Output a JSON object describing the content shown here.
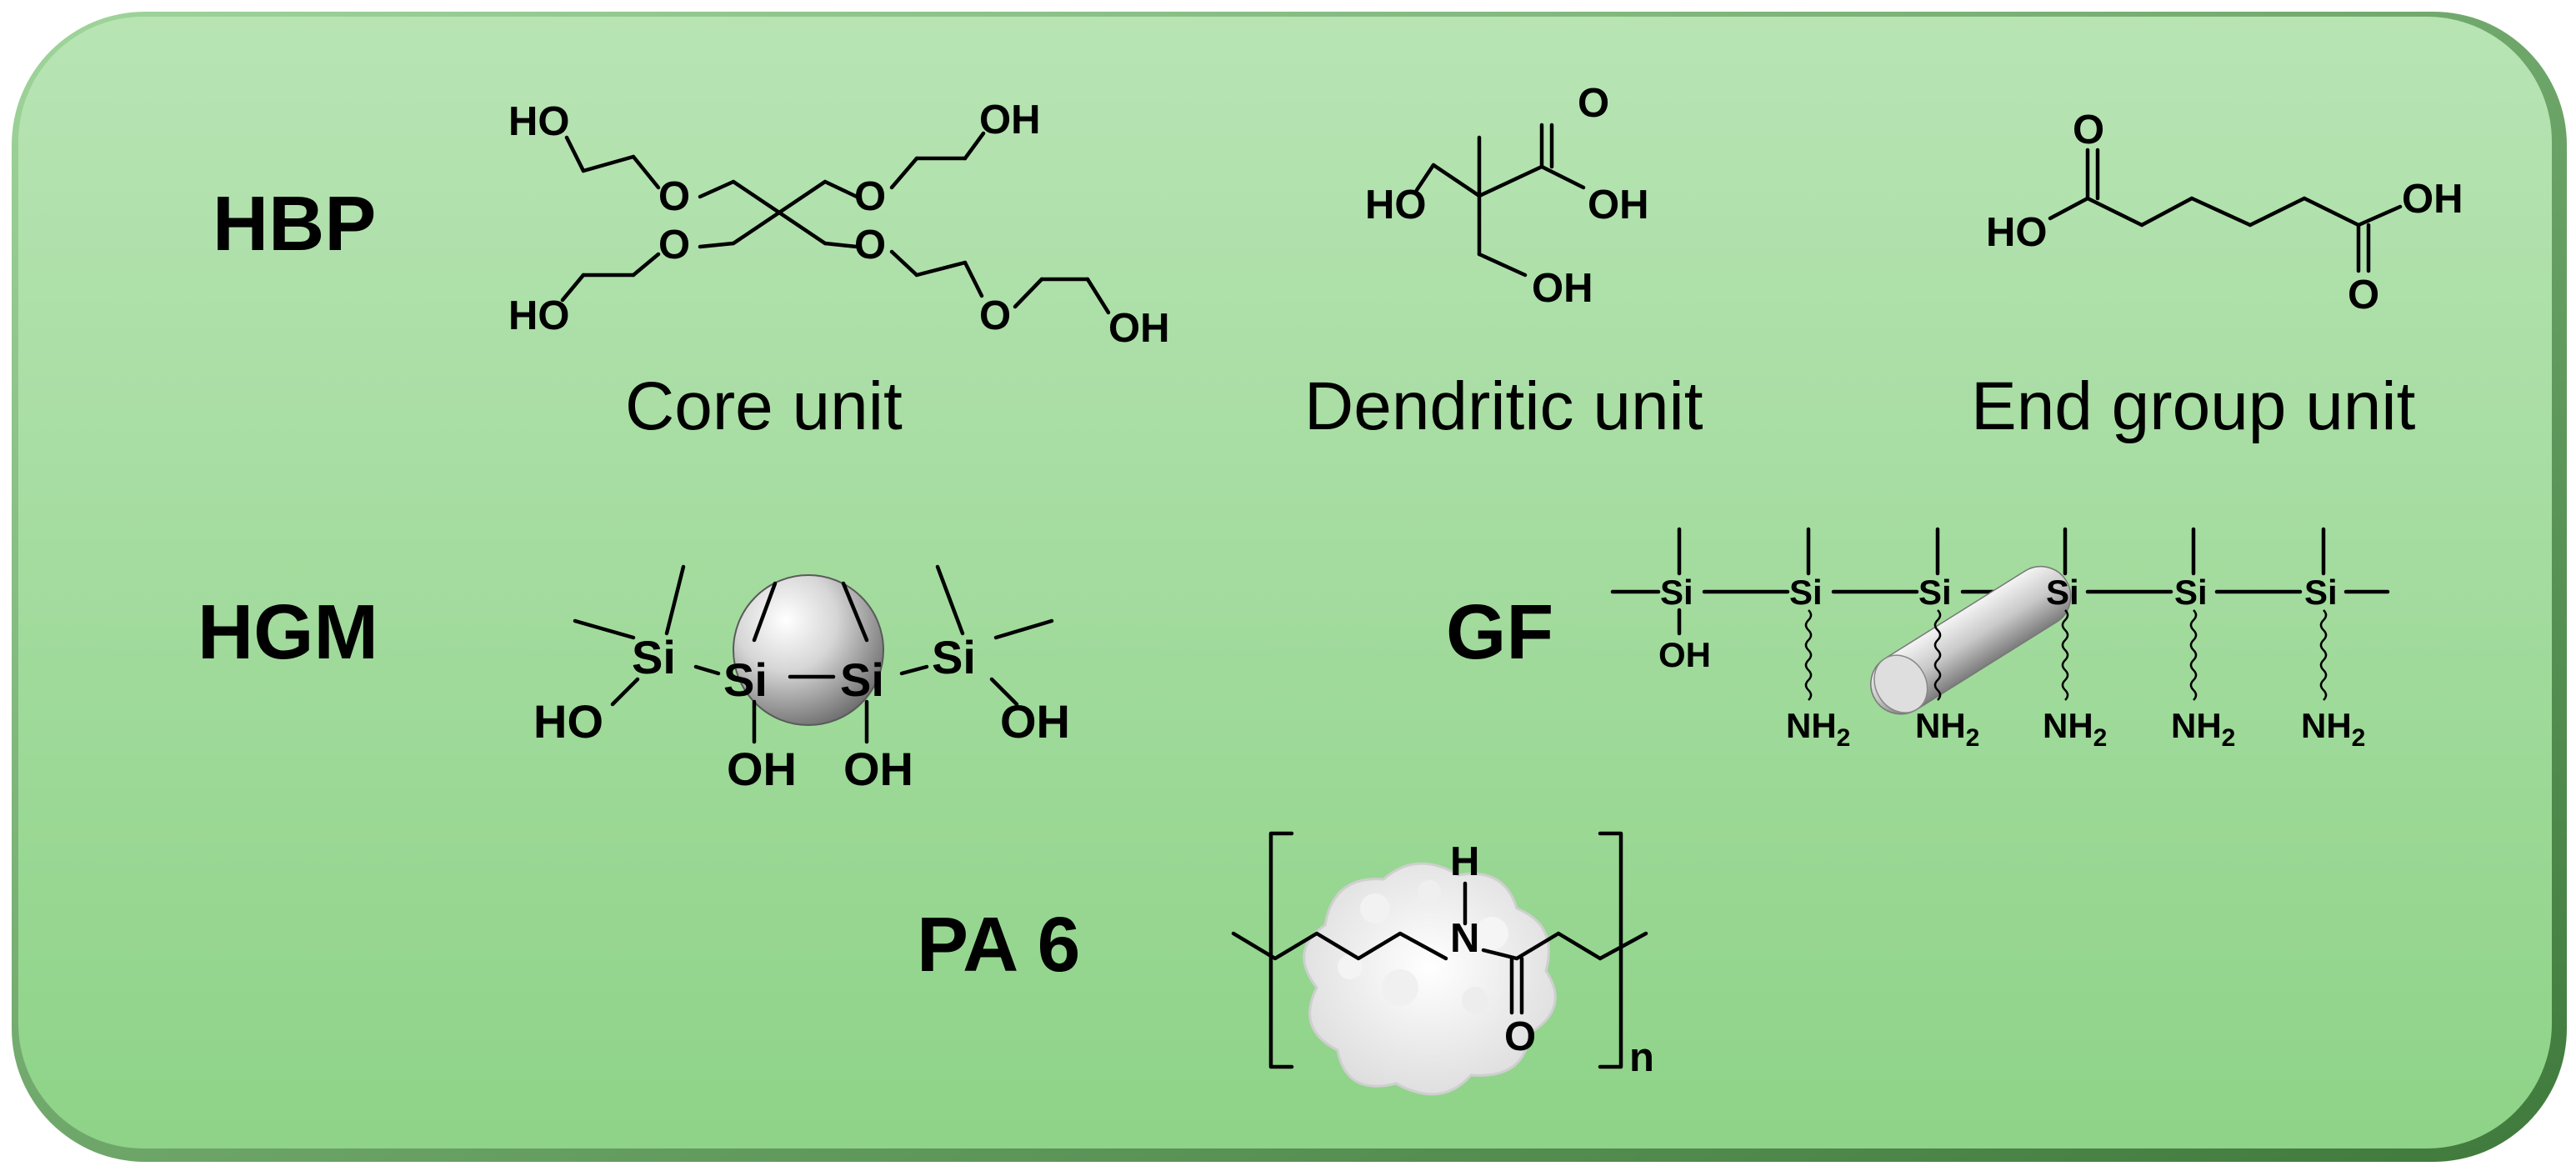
{
  "labels": {
    "hbp": "HBP",
    "hgm": "HGM",
    "gf": "GF",
    "pa6": "PA 6"
  },
  "captions": {
    "core": "Core unit",
    "dendritic": "Dendritic unit",
    "end_group": "End group unit"
  },
  "atoms": {
    "ho": "HO",
    "oh": "OH",
    "o": "O",
    "si": "Si",
    "nh2": "NH",
    "sub2": "2",
    "n": "N",
    "h": "H",
    "repeat_n": "n"
  },
  "colors": {
    "panel_top": "#b6e3b2",
    "panel_bottom": "#8fd489",
    "panel_border": "#4e8a4b"
  }
}
